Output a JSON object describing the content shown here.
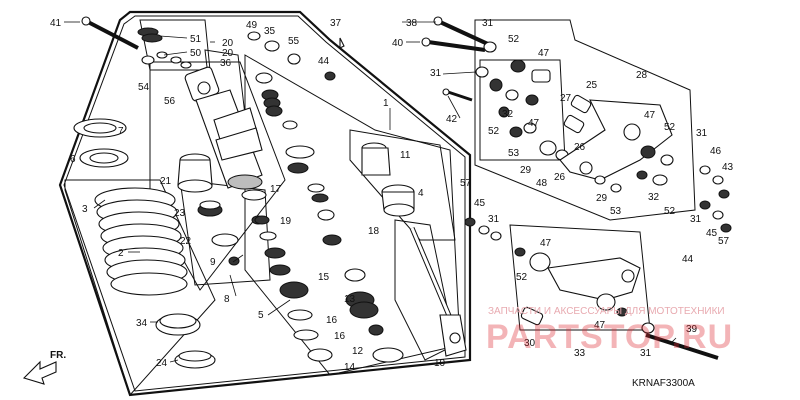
{
  "diagram": {
    "code": "KRNAF3300A",
    "direction_label": "FR.",
    "labels": [
      "1",
      "2",
      "3",
      "4",
      "5",
      "6",
      "7",
      "8",
      "9",
      "10",
      "11",
      "12",
      "13",
      "14",
      "15",
      "16",
      "16",
      "17",
      "18",
      "19",
      "20",
      "20",
      "21",
      "22",
      "23",
      "24",
      "25",
      "26",
      "26",
      "27",
      "28",
      "29",
      "29",
      "30",
      "31",
      "31",
      "31",
      "31",
      "31",
      "31",
      "32",
      "32",
      "33",
      "34",
      "35",
      "36",
      "37",
      "38",
      "39",
      "40",
      "41",
      "42",
      "43",
      "44",
      "44",
      "45",
      "45",
      "46",
      "47",
      "47",
      "47",
      "47",
      "47",
      "48",
      "49",
      "50",
      "51",
      "52",
      "52",
      "52",
      "52",
      "52",
      "53",
      "53",
      "54",
      "55",
      "56",
      "57",
      "57"
    ]
  },
  "watermark": {
    "caption": "ЗАПЧАСТИ И АКСЕССУАРЫ ДЛЯ МОТОТЕХНИКИ",
    "logo": "PARTSTOP.RU"
  }
}
